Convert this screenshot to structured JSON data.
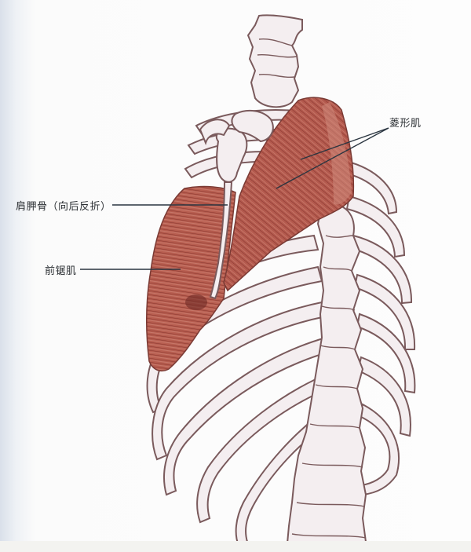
{
  "figure": {
    "title": "Rhomboid and serratus anterior muscles, posterior view with scapula reflected",
    "labels": {
      "rhomboid": "菱形肌",
      "scapula": "肩胛骨（向后反折）",
      "serratus_anterior": "前锯肌"
    },
    "colors": {
      "bone_fill": "#f4eef0",
      "bone_outline": "#7a5a5c",
      "muscle_fill": "#b45a4e",
      "muscle_dark": "#8c3a32",
      "muscle_light": "#d08a7c",
      "leader_line": "#2a3540",
      "label_text": "#2b2f33"
    }
  }
}
